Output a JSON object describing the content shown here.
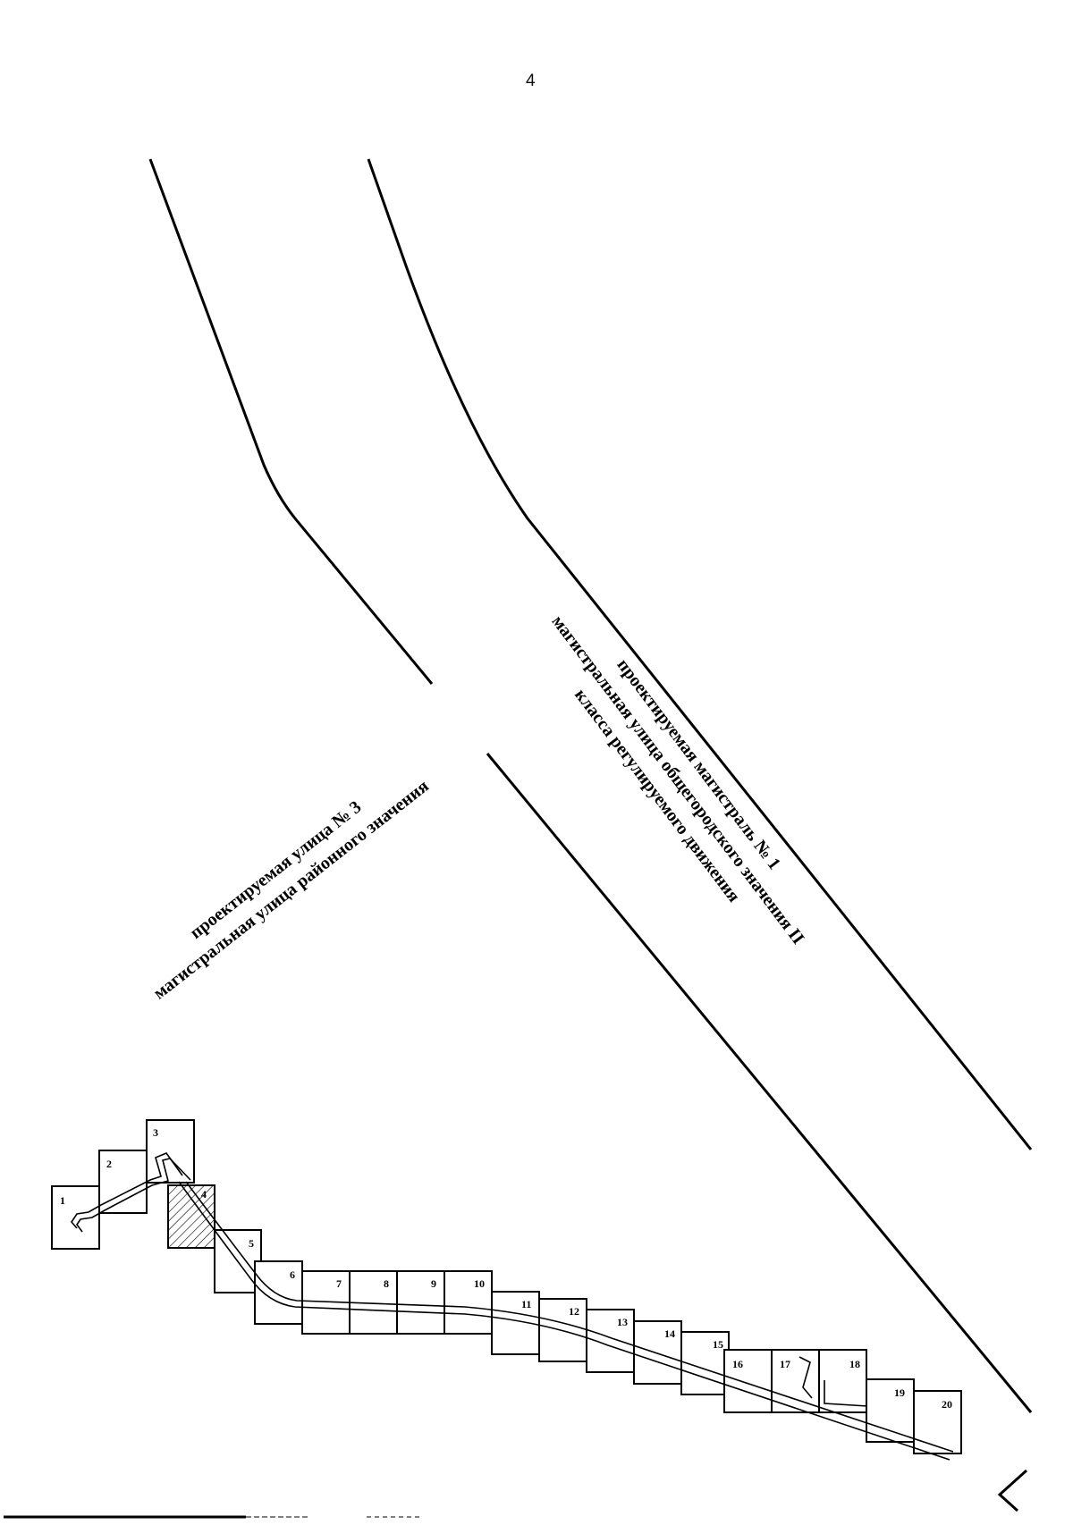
{
  "page": {
    "number": "4"
  },
  "streets": {
    "magistral1": {
      "line1": "проектируемая магистраль № 1",
      "line2": "магистральная улица общегородского значения II",
      "line3": "класса регулируемого движения"
    },
    "street3": {
      "line1": "проектируемая улица № 3",
      "line2": "магистральная улица районного значения"
    }
  },
  "sheets": [
    "1",
    "2",
    "3",
    "4",
    "5",
    "6",
    "7",
    "8",
    "9",
    "10",
    "11",
    "12",
    "13",
    "14",
    "15",
    "16",
    "17",
    "18",
    "19",
    "20"
  ],
  "highlighted_sheet": "4"
}
